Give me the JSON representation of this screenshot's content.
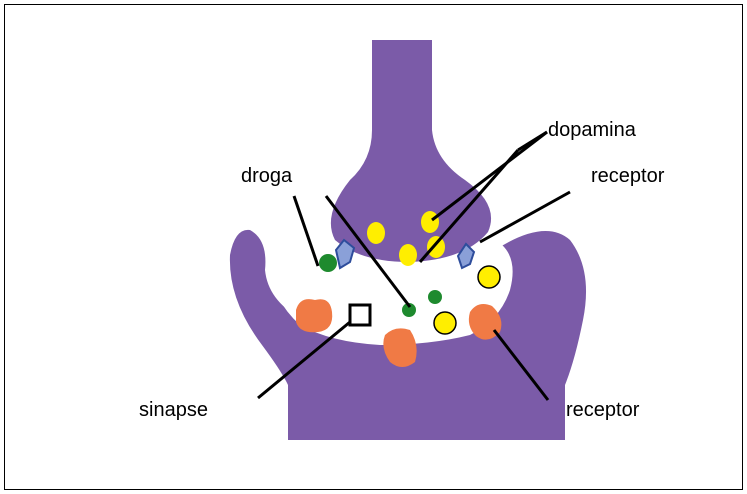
{
  "labels": {
    "dopamine": "dopamina",
    "drug": "droga",
    "receptor_top": "receptor",
    "synapse": "sinapse",
    "receptor_bottom": "receptor"
  },
  "colors": {
    "neuron": "#7b5ba8",
    "synaptic_cleft": "#ffffff",
    "dopamine": "#ffee00",
    "drug": "#1e8a2e",
    "receptor": "#f07a45",
    "transporter": "#2e4d9c"
  }
}
